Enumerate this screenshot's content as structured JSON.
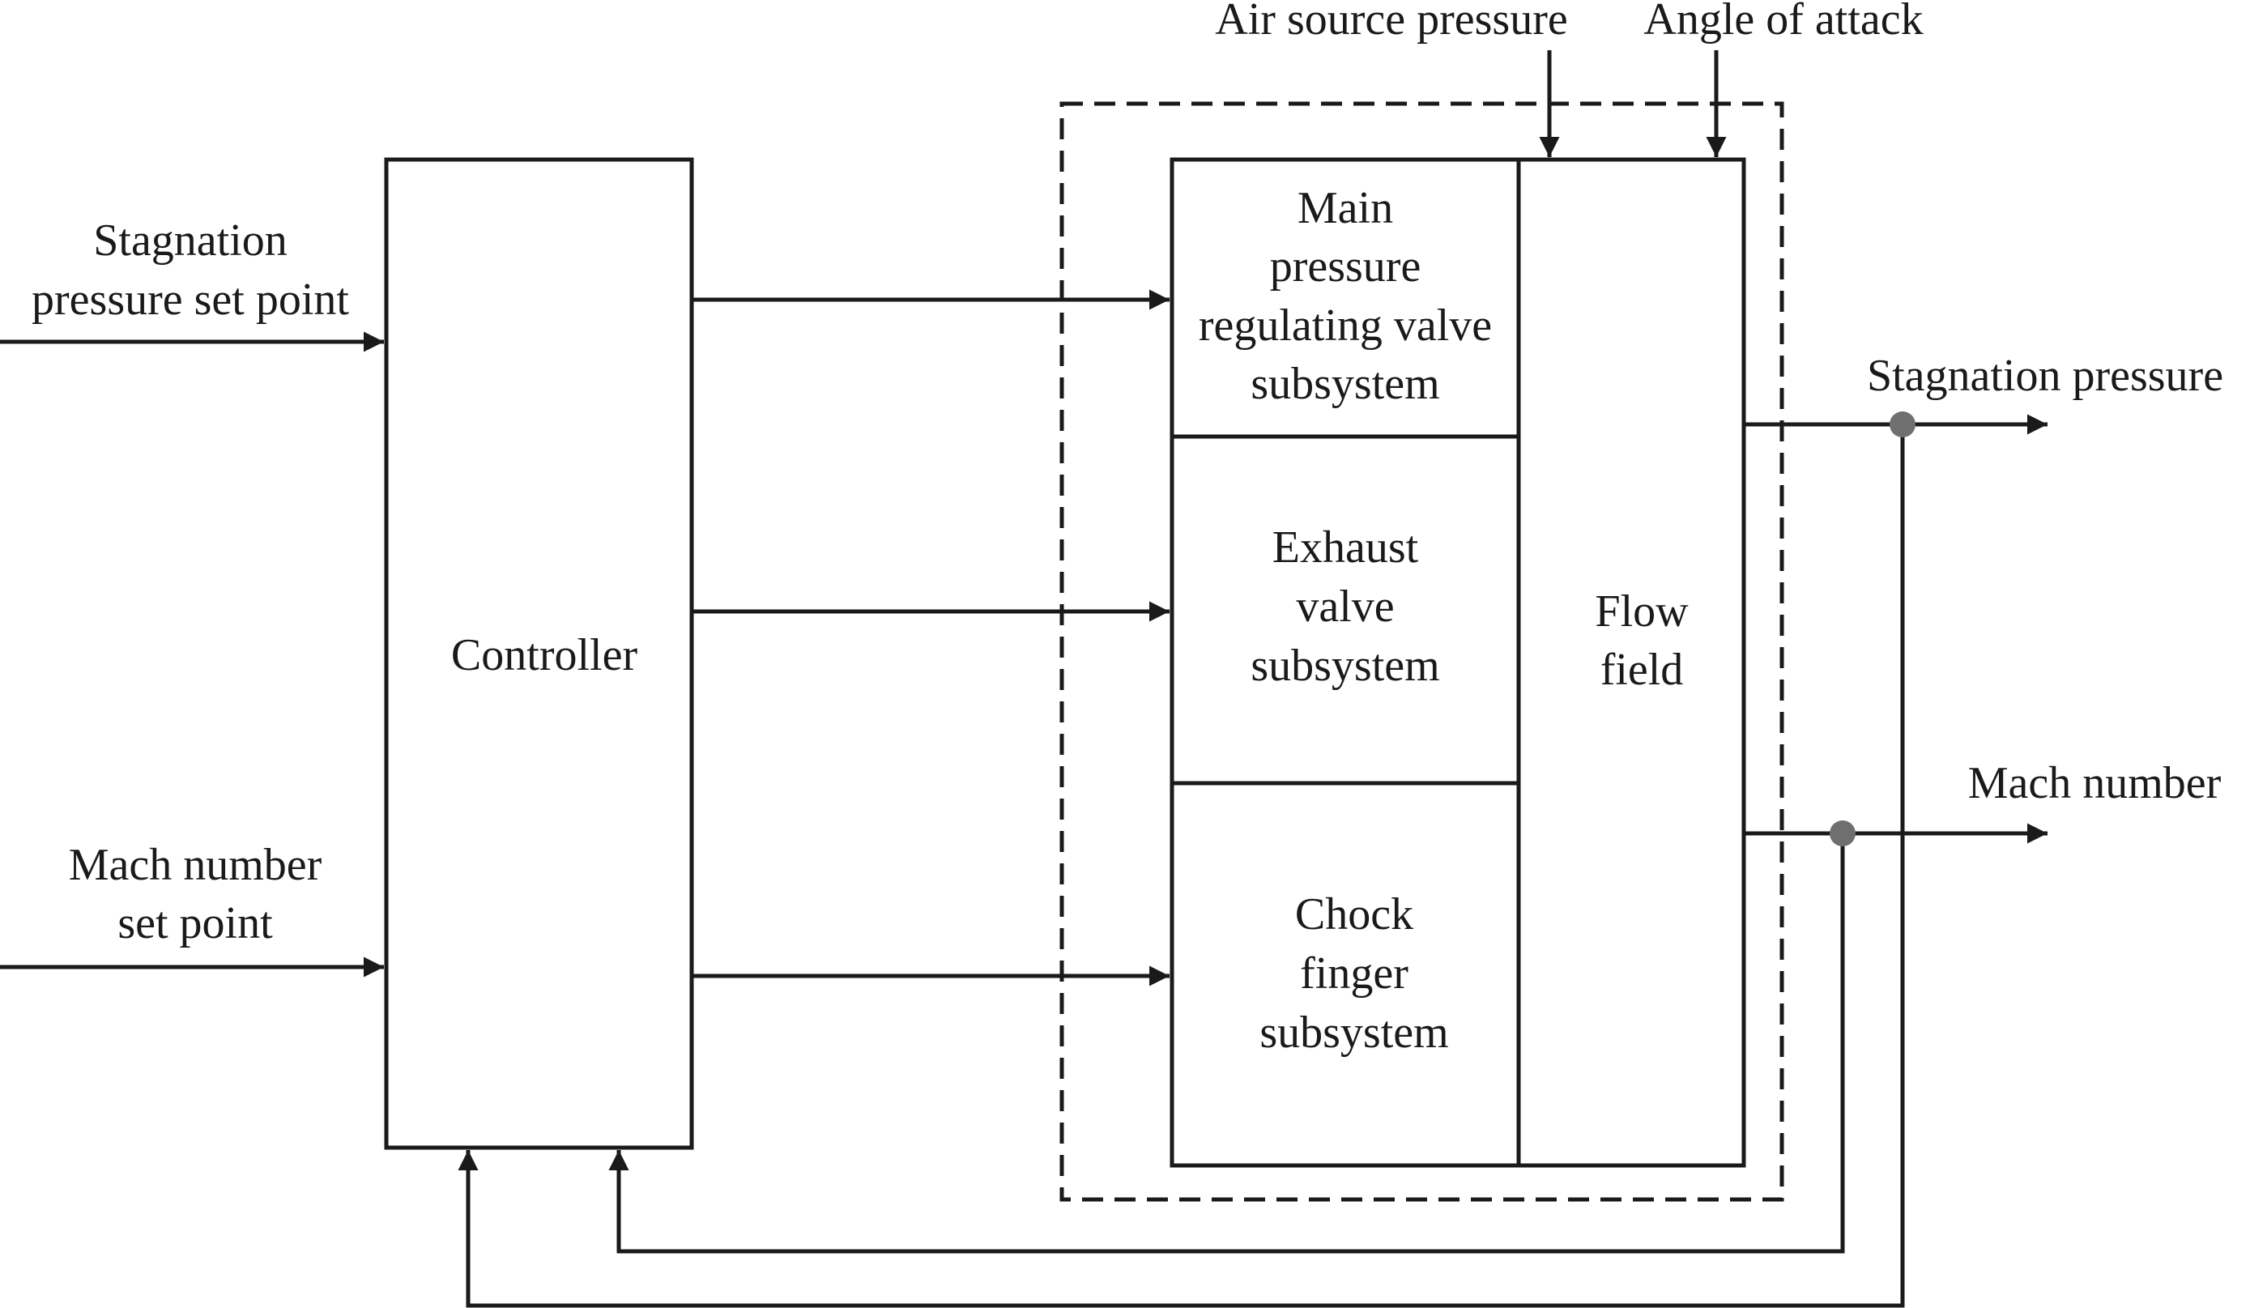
{
  "diagram": {
    "type": "control-loop-block-diagram",
    "inputs": {
      "stagnation_setpoint": [
        "Stagnation",
        "pressure set point"
      ],
      "mach_setpoint": [
        "Mach number",
        "set point"
      ]
    },
    "disturbances": {
      "air_source_pressure": "Air source pressure",
      "angle_of_attack": "Angle of attack"
    },
    "blocks": {
      "controller": "Controller",
      "main_valve": [
        "Main",
        "pressure",
        "regulating valve",
        "subsystem"
      ],
      "exhaust_valve": [
        "Exhaust",
        "valve",
        "subsystem"
      ],
      "chock_finger": [
        "Chock",
        "finger",
        "subsystem"
      ],
      "flow_field": [
        "Flow",
        "field"
      ]
    },
    "outputs": {
      "stagnation_pressure": "Stagnation pressure",
      "mach_number": "Mach number"
    },
    "colors": {
      "line": "#1a1a1a",
      "junction_dot": "#6f6f6f",
      "background": "#ffffff"
    },
    "connections": [
      {
        "from": "Stagnation pressure set point",
        "to": "Controller"
      },
      {
        "from": "Mach number set point",
        "to": "Controller"
      },
      {
        "from": "Controller",
        "to": "Main pressure regulating valve subsystem"
      },
      {
        "from": "Controller",
        "to": "Exhaust valve subsystem"
      },
      {
        "from": "Controller",
        "to": "Chock finger subsystem"
      },
      {
        "from": "Air source pressure",
        "to": "Flow field"
      },
      {
        "from": "Angle of attack",
        "to": "Flow field"
      },
      {
        "from": "Flow field",
        "to": "Stagnation pressure"
      },
      {
        "from": "Flow field",
        "to": "Mach number"
      },
      {
        "from": "Stagnation pressure",
        "to": "Controller",
        "kind": "feedback"
      },
      {
        "from": "Mach number",
        "to": "Controller",
        "kind": "feedback"
      }
    ]
  }
}
